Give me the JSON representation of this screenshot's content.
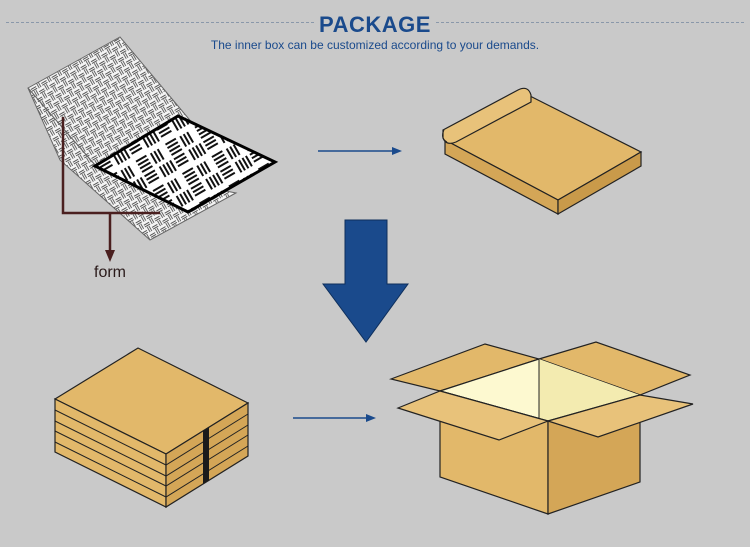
{
  "header": {
    "title": "PACKAGE",
    "subtitle": "The inner box can be customized according to your demands."
  },
  "labels": {
    "form": "form"
  },
  "colors": {
    "background": "#c9c9c9",
    "title": "#1a4a8c",
    "cardboard": "#e2b86a",
    "cardboard_edge": "#c9a050",
    "box_inside": "#fdf9d0",
    "arrow_blue": "#1a4a8c",
    "bracket": "#4a1f1f"
  },
  "icons": {
    "down_arrow": "big-down-arrow-icon",
    "right_arrow": "thin-right-arrow-icon"
  }
}
